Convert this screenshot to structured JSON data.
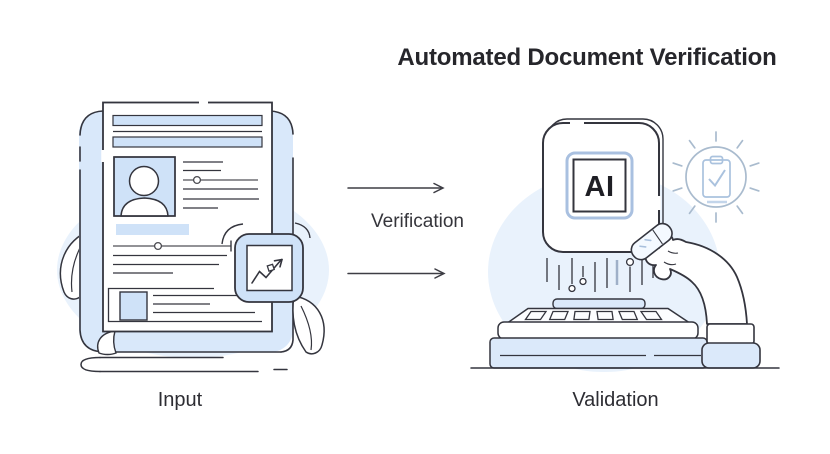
{
  "header": {
    "title": "Automated Document Verification"
  },
  "flow": {
    "label": "Verification"
  },
  "stages": [
    {
      "label": "Input"
    },
    {
      "label": "Validation"
    }
  ],
  "chip": {
    "label": "AI"
  },
  "colors": {
    "accent_fill": "#d9e8fa",
    "accent_fill_strong": "#cfe2f8",
    "halo_fill": "#e9f2fc",
    "outline_dark": "#34353e",
    "outline_muted": "#a9bbce",
    "slider_gray": "#6e6e74",
    "text_primary": "#26262b"
  },
  "icons": [
    "document-icon",
    "portrait-photo-icon",
    "trend-up-badge-icon",
    "leaf-icon",
    "arrow-right-icon",
    "ai-chip-icon",
    "gear-check-icon",
    "circuit-pins-icon",
    "socket-platform-icon",
    "robot-hand-icon"
  ]
}
